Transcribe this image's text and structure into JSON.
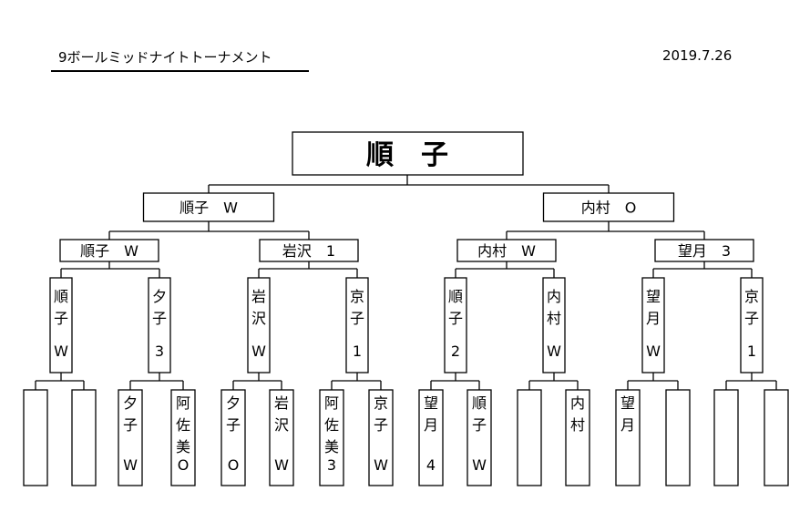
{
  "header": {
    "title": "9ボールミッドナイトトーナメント",
    "date": "2019.7.26"
  },
  "bracket": {
    "champion": "順　子",
    "semifinals": [
      {
        "name": "順子",
        "result": "W"
      },
      {
        "name": "内村",
        "result": "O"
      }
    ],
    "quarterfinals": [
      {
        "name": "順子",
        "result": "W"
      },
      {
        "name": "岩沢",
        "result": "1"
      },
      {
        "name": "内村",
        "result": "W"
      },
      {
        "name": "望月",
        "result": "3"
      }
    ],
    "round_of_16": [
      {
        "name": "順子",
        "result": "W"
      },
      {
        "name": "夕子",
        "result": "3"
      },
      {
        "name": "岩沢",
        "result": "W"
      },
      {
        "name": "京子",
        "result": "1"
      },
      {
        "name": "順子",
        "result": "2"
      },
      {
        "name": "内村",
        "result": "W"
      },
      {
        "name": "望月",
        "result": "W"
      },
      {
        "name": "京子",
        "result": "1"
      }
    ],
    "first_round": [
      {
        "name": "",
        "result": ""
      },
      {
        "name": "",
        "result": ""
      },
      {
        "name": "夕子",
        "result": "W"
      },
      {
        "name": "阿佐美",
        "result": "O"
      },
      {
        "name": "夕子",
        "result": "O"
      },
      {
        "name": "岩沢",
        "result": "W"
      },
      {
        "name": "阿佐美",
        "result": "3"
      },
      {
        "name": "京子",
        "result": "W"
      },
      {
        "name": "望月",
        "result": "4"
      },
      {
        "name": "順子",
        "result": "W"
      },
      {
        "name": "",
        "result": ""
      },
      {
        "name": "内村",
        "result": ""
      },
      {
        "name": "望月",
        "result": ""
      },
      {
        "name": "",
        "result": ""
      },
      {
        "name": "",
        "result": ""
      },
      {
        "name": "",
        "result": ""
      }
    ]
  }
}
